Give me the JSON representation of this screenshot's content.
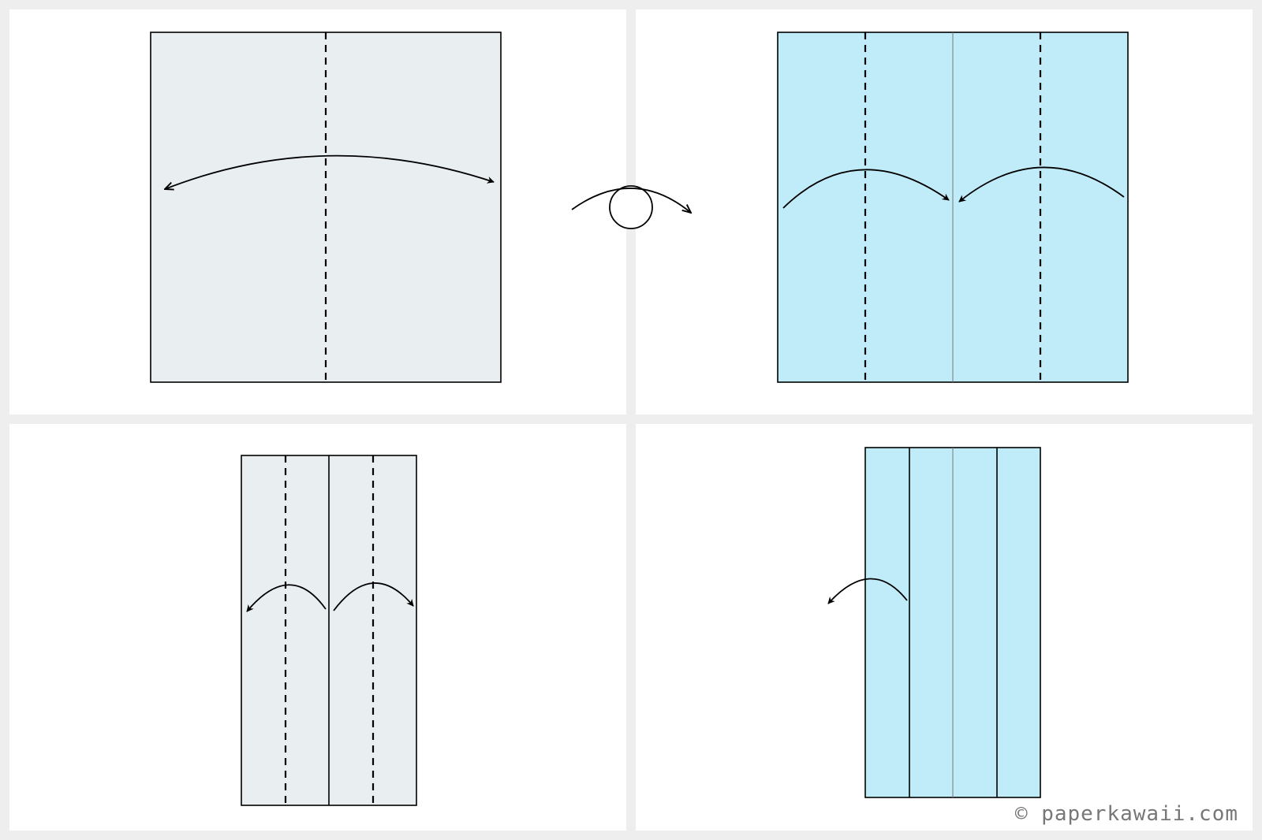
{
  "colors": {
    "background": "#eeeeee",
    "panel": "#ffffff",
    "paper_white_side": "#e9eef0",
    "paper_blue_side": "#c0ecf9",
    "line": "#000000",
    "crease": "#777777",
    "copyright_text": "#777777"
  },
  "steps": [
    {
      "id": 1,
      "paper_side": "white",
      "fold": "valley-fold-in-half-and-unfold",
      "icon": "double-arrow-icon"
    },
    {
      "id": 2,
      "paper_side": "blue",
      "fold": "fold-edges-to-center",
      "icon": "curved-arrow-icon"
    },
    {
      "id": 3,
      "paper_side": "white",
      "fold": "fold-flaps-outward",
      "icon": "curved-arrow-icon"
    },
    {
      "id": 4,
      "paper_side": "blue",
      "fold": "fold-left-flap",
      "icon": "curved-arrow-icon"
    }
  ],
  "between_steps_icon": "turn-over-icon",
  "footer": {
    "copyright": "© paperkawaii.com"
  }
}
